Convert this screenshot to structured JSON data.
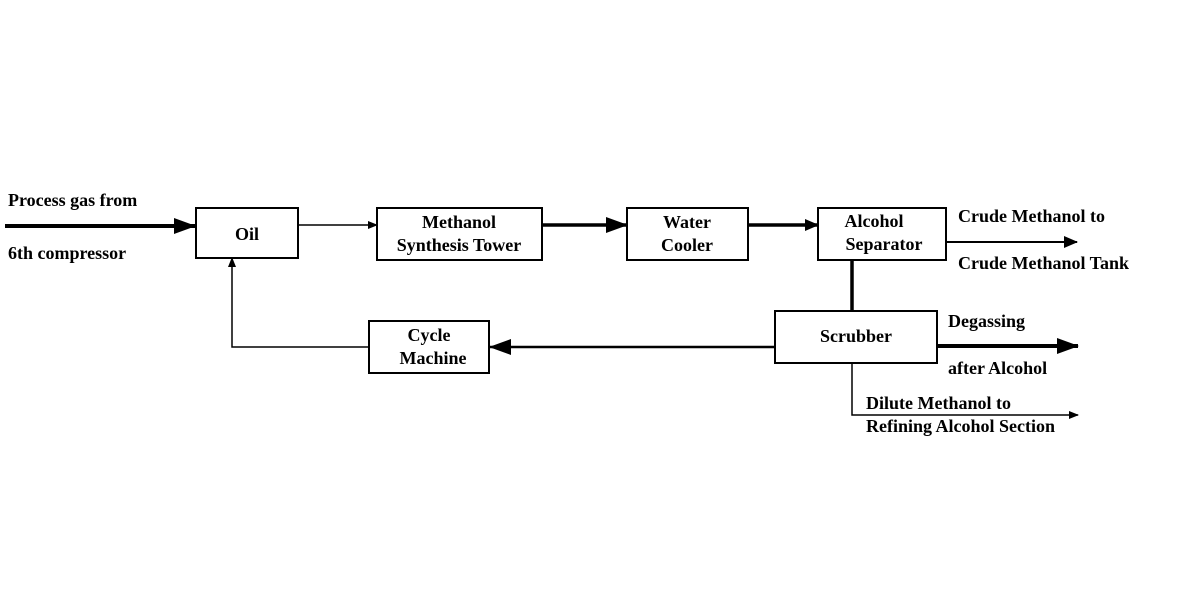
{
  "nodes": {
    "oil": "Oil",
    "tower_line1": "Methanol",
    "tower_line2": "Synthesis Tower",
    "cooler_line1": "Water",
    "cooler_line2": "Cooler",
    "separator_line1": "Alcohol",
    "separator_line2": "Separator",
    "scrubber": "Scrubber",
    "cycle_line1": "Cycle",
    "cycle_line2": "Machine"
  },
  "labels": {
    "input_line1": "Process gas from",
    "input_line2": "6th compressor",
    "crude_line1": "Crude Methanol to",
    "crude_line2": "Crude Methanol Tank",
    "degassing_line1": "Degassing",
    "degassing_line2": "after Alcohol",
    "dilute_line1": "Dilute Methanol to",
    "dilute_line2": "Refining Alcohol Section"
  }
}
